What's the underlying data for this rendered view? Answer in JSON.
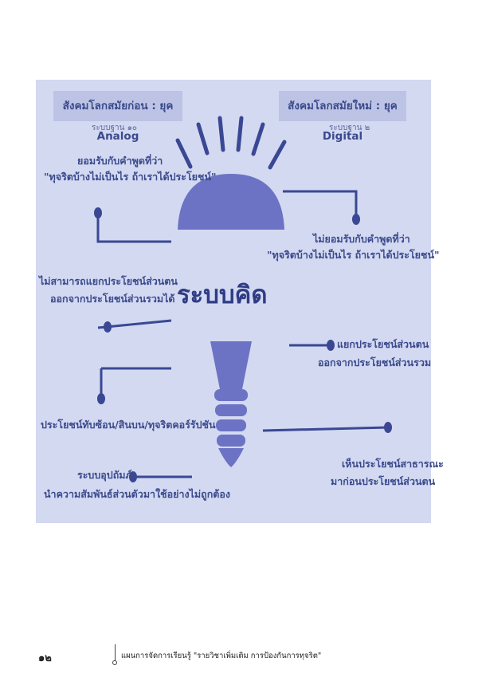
{
  "diagram": {
    "left_header": "สังคมโลกสมัยก่อน : ยุค Analog",
    "left_sub": "ระบบฐาน ๑๐",
    "right_header": "สังคมโลกสมัยใหม่ : ยุค Digital",
    "right_sub": "ระบบฐาน ๒",
    "center_title": "ระบบคิด",
    "left_items": [
      [
        "ยอมรับกับคำพูดที่ว่า",
        "\"ทุจริตบ้างไม่เป็นไร ถ้าเราได้ประโยชน์\""
      ],
      [
        "ไม่สามารถแยกประโยชน์ส่วนตน",
        "ออกจากประโยชน์ส่วนรวมได้"
      ],
      [
        "ประโยชน์ทับซ้อน/สินบน/ทุจริตคอร์รัปชัน"
      ],
      [
        "ระบบอุปถัมภ์",
        "นำความสัมพันธ์ส่วนตัวมาใช้อย่างไม่ถูกต้อง"
      ]
    ],
    "right_items": [
      [
        "ไม่ยอมรับกับคำพูดที่ว่า",
        "\"ทุจริตบ้างไม่เป็นไร ถ้าเราได้ประโยชน์\""
      ],
      [
        "แยกประโยชน์ส่วนตน",
        "ออกจากประโยชน์ส่วนรวม"
      ],
      [
        "เห็นประโยชน์สาธารณะ",
        "มาก่อนประโยชน์ส่วนตน"
      ]
    ],
    "colors": {
      "background": "#d3d9f1",
      "bulb": "#6c73c4",
      "line": "#3a4894",
      "text": "#3b4a8d"
    }
  },
  "footer": {
    "page_number": "๑๒",
    "title": "แผนการจัดการเรียนรู้ \"รายวิชาเพิ่มเติม การป้องกันการทุจริต\""
  }
}
